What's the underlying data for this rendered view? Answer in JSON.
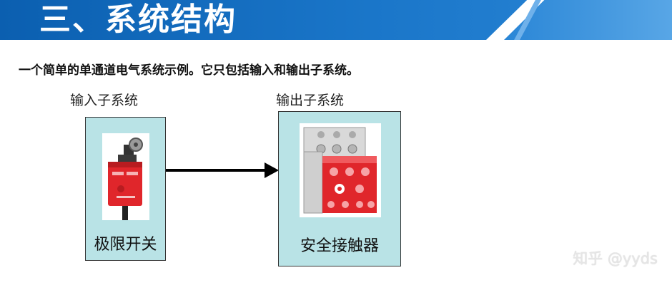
{
  "header": {
    "title": "三、系统结构"
  },
  "intro_text": "一个简单的单通道电气系统示例。它只包括输入和输出子系统。",
  "input_subsystem": {
    "label": "输入子系统",
    "device": "极限开关"
  },
  "output_subsystem": {
    "label": "输出子系统",
    "device": "安全接触器"
  },
  "watermark": "知乎 @yyds",
  "colors": {
    "banner_blue": "#1a76c9",
    "box_fill": "#b9e3e6",
    "device_red": "#e0262b"
  }
}
